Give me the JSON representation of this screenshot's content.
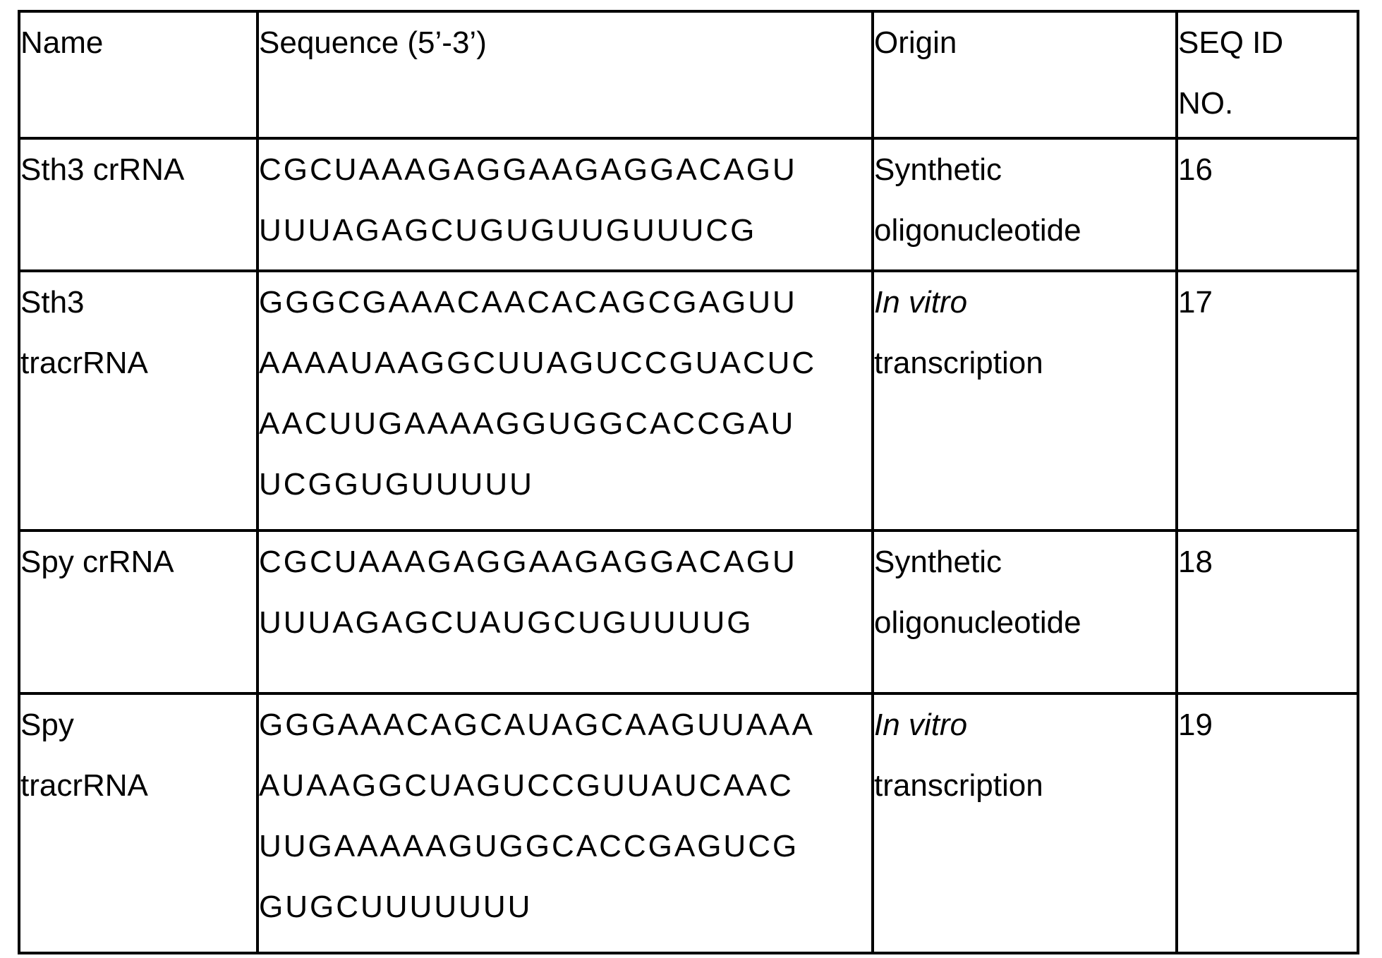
{
  "table": {
    "colors": {
      "background": "#ffffff",
      "border": "#000000",
      "text": "#000000"
    },
    "headers": {
      "name": "Name",
      "sequence": "Sequence (5’-3’)",
      "origin": "Origin",
      "seq_id_line1": "SEQ ID",
      "seq_id_line2": "NO."
    },
    "rows": [
      {
        "name_lines": [
          "Sth3 crRNA",
          ""
        ],
        "sequence_lines": [
          "CGCUAAAGAGGAAGAGGACAGU",
          "UUUAGAGCUGUGUUGUUUCG",
          "",
          ""
        ],
        "origin_lines": [
          "Synthetic",
          "oligonucleotide"
        ],
        "seq_id": "16"
      },
      {
        "name_lines": [
          "Sth3",
          "tracrRNA"
        ],
        "sequence_lines": [
          "GGGCGAAACAACACAGCGAGUU",
          "AAAAUAAGGCUUAGUCCGUACUC",
          "AACUUGAAAAGGUGGCACCGAU",
          "UCGGUGUUUUU"
        ],
        "origin_lines": [
          "In vitro",
          "transcription"
        ],
        "seq_id": "17"
      },
      {
        "name_lines": [
          "Spy crRNA",
          ""
        ],
        "sequence_lines": [
          "CGCUAAAGAGGAAGAGGACAGU",
          "UUUAGAGCUAUGCUGUUUUG",
          "",
          ""
        ],
        "origin_lines": [
          "Synthetic",
          "oligonucleotide"
        ],
        "seq_id": "18"
      },
      {
        "name_lines": [
          "Spy",
          "tracrRNA"
        ],
        "sequence_lines": [
          "GGGAAACAGCAUAGCAAGUUAAA",
          "AUAAGGCUAGUCCGUUAUCAAC",
          "UUGAAAAAGUGGCACCGAGUCG",
          "GUGCUUUUUUU"
        ],
        "origin_lines": [
          "In vitro",
          "transcription"
        ],
        "seq_id": "19"
      }
    ]
  }
}
